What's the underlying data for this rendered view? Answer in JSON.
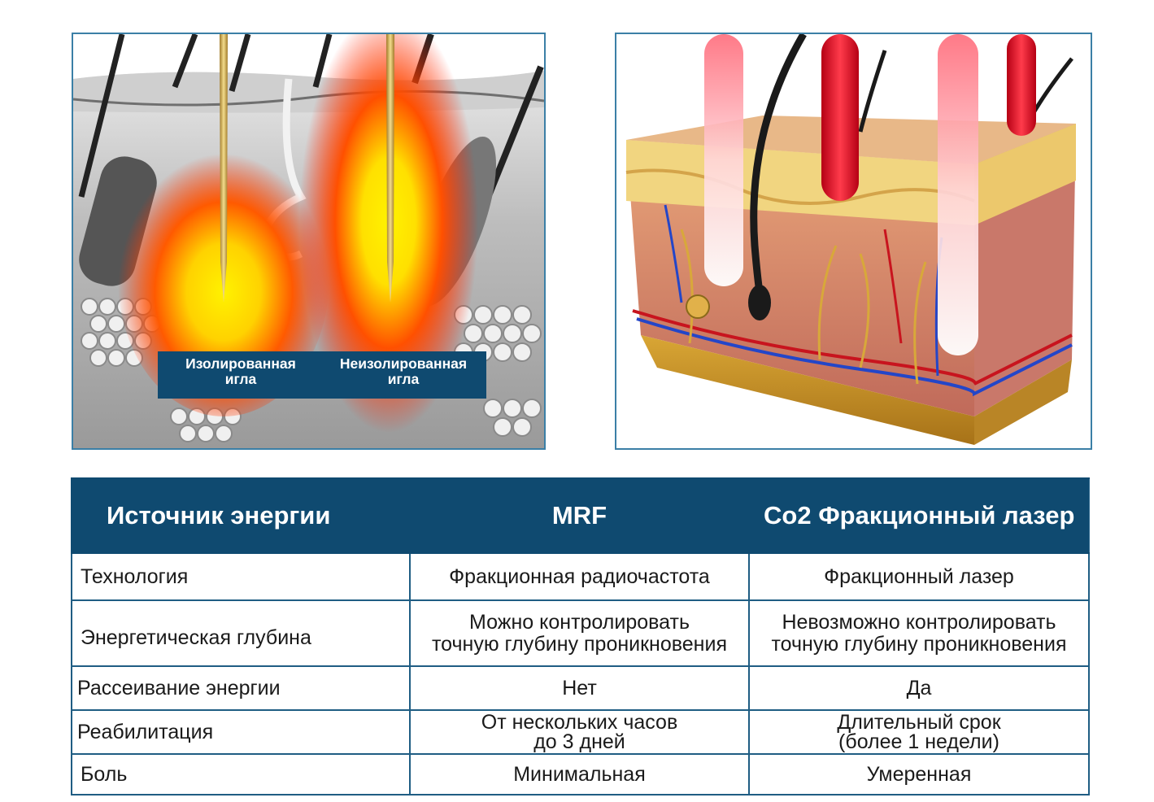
{
  "left_image": {
    "labels": {
      "insulated": [
        "Изолированная",
        "игла"
      ],
      "uninsulated": [
        "Неизолированная",
        "игла"
      ]
    }
  },
  "right_image": {},
  "table": {
    "headers": [
      "Источник энергии",
      "MRF",
      "Co2 Фракционный лазер"
    ],
    "rows": [
      {
        "label": "Технология",
        "mrf": [
          "Фракционная радиочастота"
        ],
        "co2": [
          "Фракционный лазер"
        ]
      },
      {
        "label": "Энергетическая глубина",
        "mrf": [
          "Можно контролировать",
          "точную глубину проникновения"
        ],
        "co2": [
          "Невозможно контролировать",
          "точную глубину проникновения"
        ]
      },
      {
        "label": "Рассеивание энергии",
        "mrf": [
          "Нет"
        ],
        "co2": [
          "Да"
        ]
      },
      {
        "label": "Реабилитация",
        "mrf": [
          "От нескольких часов",
          "до 3 дней"
        ],
        "co2": [
          "Длительный срок",
          "(более 1 недели)"
        ]
      },
      {
        "label": "Боль",
        "mrf": [
          "Минимальная"
        ],
        "co2": [
          "Умеренная"
        ]
      }
    ]
  },
  "colors": {
    "header_bg": "#0f4a70",
    "panel_border": "#3b7fa6",
    "heat_core": "#fff200",
    "heat_outer": "#ff2a00",
    "needle": "#d9b45a",
    "laser_beam": "#e8192c"
  }
}
